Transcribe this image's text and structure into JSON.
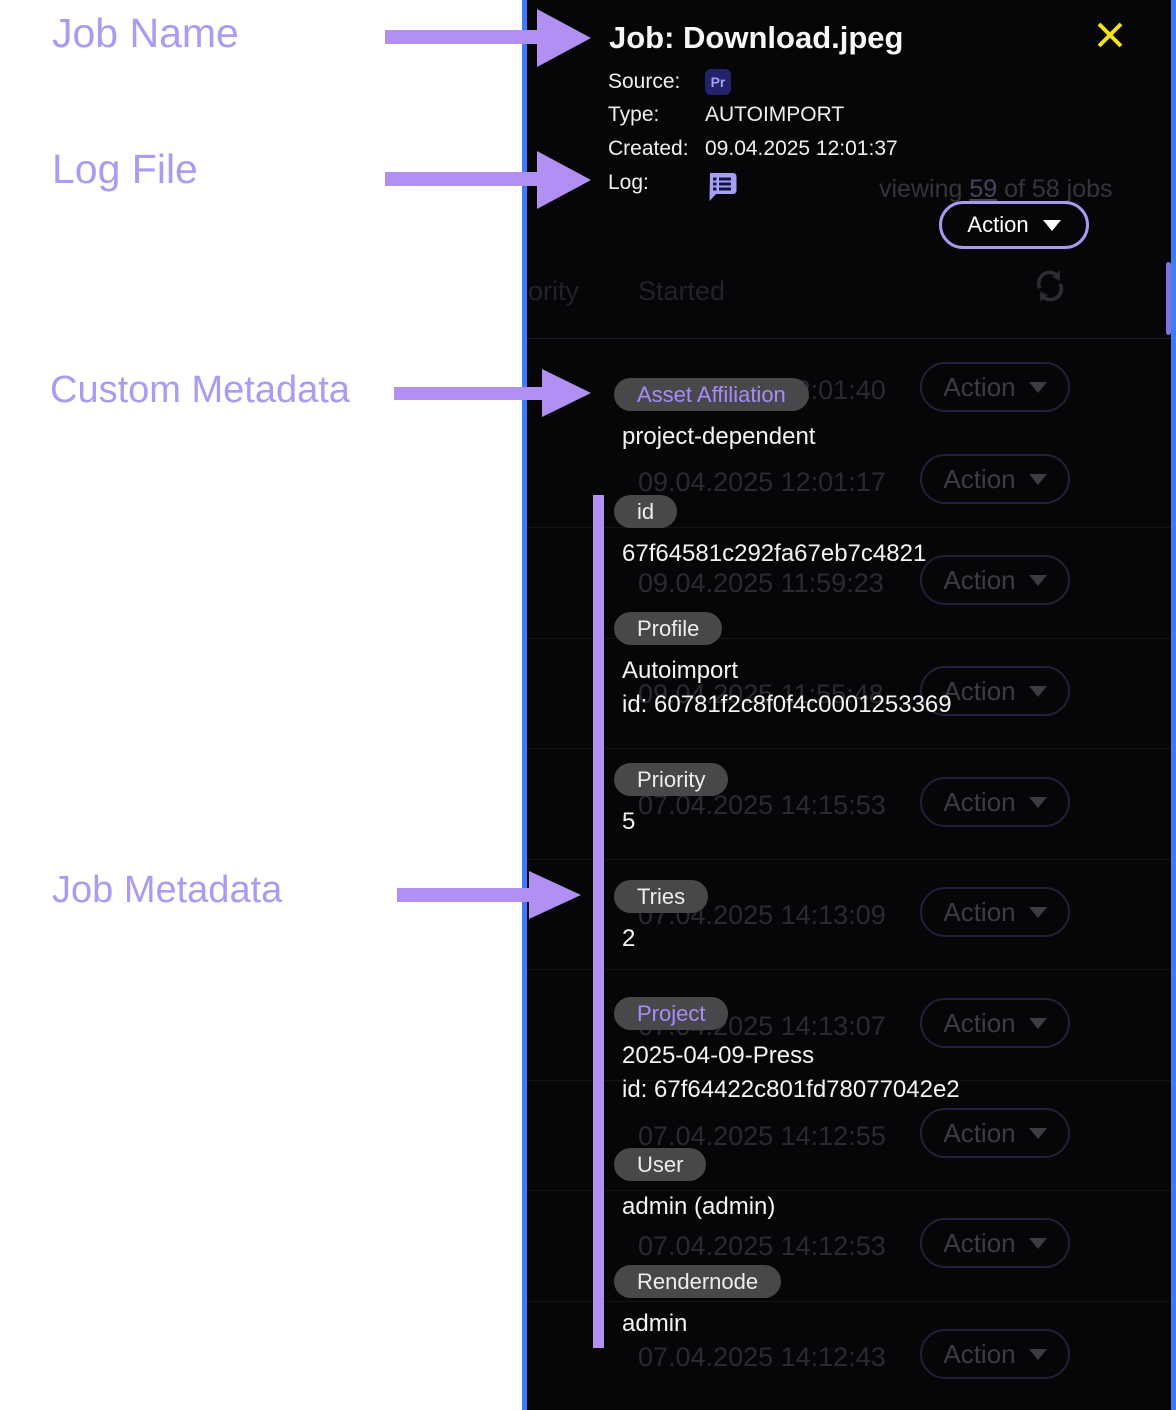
{
  "annotations": {
    "job_name": "Job Name",
    "log_file": "Log File",
    "custom_metadata": "Custom Metadata",
    "job_metadata": "Job Metadata"
  },
  "modal": {
    "title": "Job: Download.jpeg",
    "source_label": "Source:",
    "source_badge": "Pr",
    "type_label": "Type:",
    "type_value": "AUTOIMPORT",
    "created_label": "Created:",
    "created_value": "09.04.2025 12:01:37",
    "log_label": "Log:"
  },
  "jobs_list": {
    "viewing_prefix": "viewing",
    "viewing_count": "59",
    "viewing_suffix": "of 58 jobs",
    "action_button": "Action",
    "header_col_priority": "ority",
    "header_col_started": "Started",
    "rows": [
      {
        "started": "09.04.2025 12:01:40",
        "action": "Action"
      },
      {
        "started": "09.04.2025 12:01:17",
        "action": "Action"
      },
      {
        "started": "09.04.2025 11:59:23",
        "action": "Action"
      },
      {
        "started": "09.04.2025 11:55:48",
        "action": "Action"
      },
      {
        "started": "07.04.2025 14:15:53",
        "action": "Action"
      },
      {
        "started": "07.04.2025 14:13:09",
        "action": "Action"
      },
      {
        "started": "07.04.2025 14:13:07",
        "action": "Action"
      },
      {
        "started": "07.04.2025 14:12:55",
        "action": "Action"
      },
      {
        "started": "07.04.2025 14:12:53",
        "action": "Action"
      },
      {
        "started": "07.04.2025 14:12:43",
        "action": "Action"
      }
    ]
  },
  "metadata": {
    "items": [
      {
        "key": "Asset Affiliation",
        "link": true,
        "values": [
          "project-dependent"
        ]
      },
      {
        "key": "id",
        "link": false,
        "values": [
          "67f64581c292fa67eb7c4821"
        ]
      },
      {
        "key": "Profile",
        "link": false,
        "values": [
          "Autoimport",
          "id: 60781f2c8f0f4c0001253369"
        ]
      },
      {
        "key": "Priority",
        "link": false,
        "values": [
          "5"
        ]
      },
      {
        "key": "Tries",
        "link": false,
        "values": [
          "2"
        ]
      },
      {
        "key": "Project",
        "link": true,
        "values": [
          "2025-04-09-Press",
          "id: 67f64422c801fd78077042e2"
        ]
      },
      {
        "key": "User",
        "link": false,
        "values": [
          "admin (admin)"
        ]
      },
      {
        "key": "Rendernode",
        "link": false,
        "values": [
          "admin"
        ]
      }
    ]
  },
  "colors": {
    "annotation_purple": "#a79df2",
    "arrow_purple": "#b28ff2",
    "panel_border_blue": "#3e7cf7",
    "close_yellow": "#f2e11c",
    "pill_link_purple": "#a78bfa",
    "scrollbar_purple": "#7b74da"
  }
}
